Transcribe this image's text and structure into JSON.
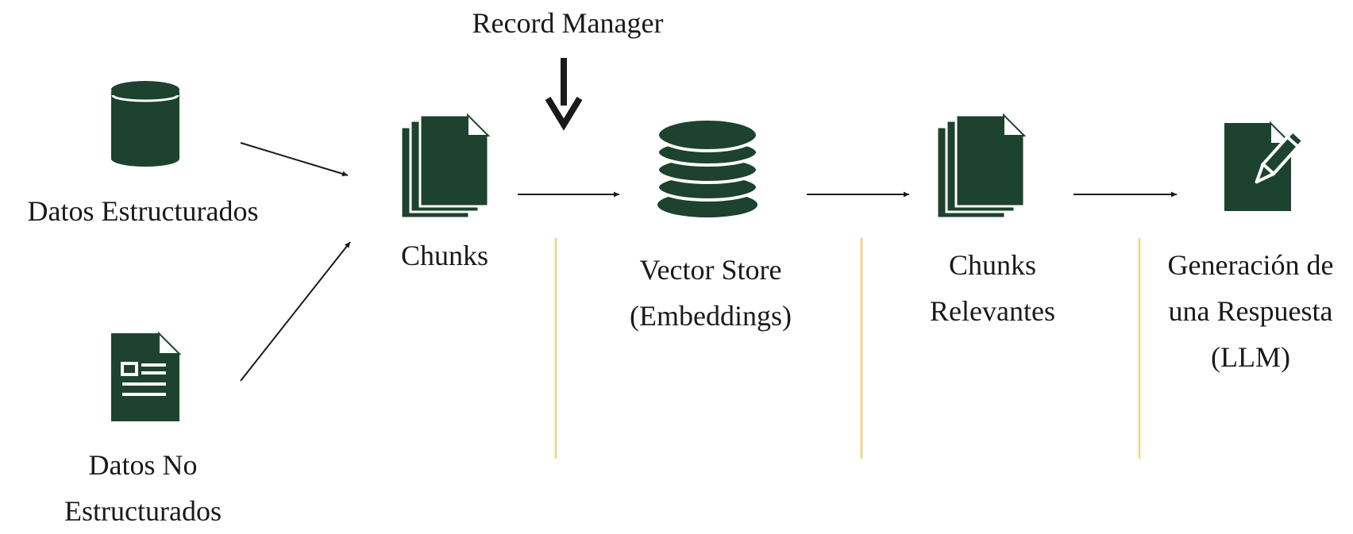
{
  "colors": {
    "icon_fill": "#1d4230",
    "arrow": "#1a1a1a",
    "divider": "#f2d27e",
    "background": "#ffffff"
  },
  "record_manager": {
    "label": "Record Manager",
    "icon": "down-arrow-icon"
  },
  "nodes": {
    "structured": {
      "lines": [
        "Datos Estructurados"
      ],
      "icon": "database-cylinder-icon"
    },
    "unstructured": {
      "lines": [
        "Datos No",
        "Estructurados"
      ],
      "icon": "document-form-icon"
    },
    "chunks": {
      "lines": [
        "Chunks"
      ],
      "icon": "stacked-documents-icon"
    },
    "vector_store": {
      "lines": [
        "Vector Store",
        "(Embeddings)"
      ],
      "icon": "database-stack-icon"
    },
    "relevant_chunks": {
      "lines": [
        "Chunks",
        "Relevantes"
      ],
      "icon": "stacked-documents-icon"
    },
    "generation": {
      "lines": [
        "Generación de",
        "una Respuesta",
        "(LLM)"
      ],
      "icon": "document-pencil-icon"
    }
  }
}
